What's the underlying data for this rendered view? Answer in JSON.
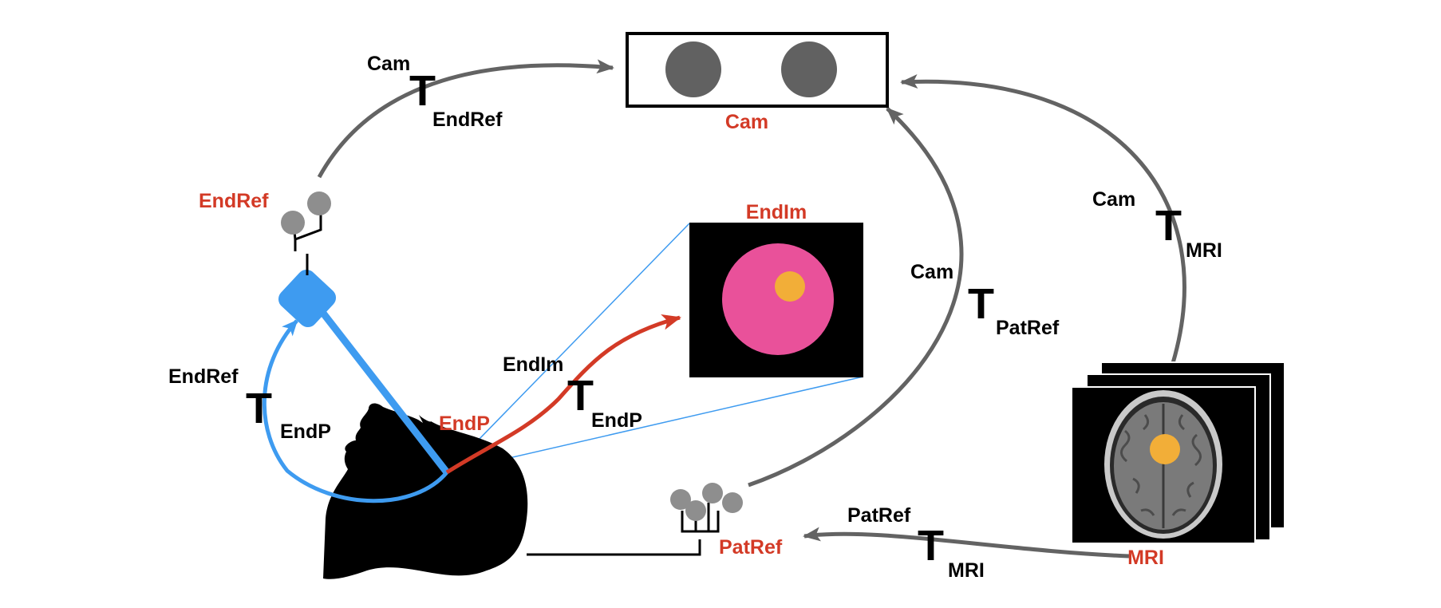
{
  "colors": {
    "frame_label": "#d33a26",
    "arrow_gray": "#636363",
    "endoscope_blue": "#3e9bf0",
    "endoscope_red": "#d33a26",
    "head": "#000000",
    "marker_gray": "#8e8e8e",
    "camera_lens": "#616161",
    "endim_pink": "#e9519a",
    "tumor_orange": "#f2ae38"
  },
  "frames": {
    "cam": "Cam",
    "endref": "EndRef",
    "endim": "EndIm",
    "endp": "EndP",
    "patref": "PatRef",
    "mri": "MRI"
  },
  "transforms": {
    "cam_endref": {
      "symbol": "T",
      "sup": "Cam",
      "sub": "EndRef"
    },
    "endref_endp": {
      "symbol": "T",
      "sup": "EndRef",
      "sub": "EndP"
    },
    "endim_endp": {
      "symbol": "T",
      "sup": "EndIm",
      "sub": "EndP"
    },
    "cam_patref": {
      "symbol": "T",
      "sup": "Cam",
      "sub": "PatRef"
    },
    "cam_mri": {
      "symbol": "T",
      "sup": "Cam",
      "sub": "MRI"
    },
    "patref_mri": {
      "symbol": "T",
      "sup": "PatRef",
      "sub": "MRI"
    }
  },
  "icons": {
    "camera": "stereo-camera-icon",
    "endref_marker": "endoscope-reference-marker-icon",
    "patref_marker": "patient-reference-marker-icon",
    "head": "patient-head-silhouette-icon",
    "endoscope": "endoscope-icon",
    "endoscope_image": "endoscope-image-icon",
    "mri_stack": "mri-slice-stack-icon"
  }
}
